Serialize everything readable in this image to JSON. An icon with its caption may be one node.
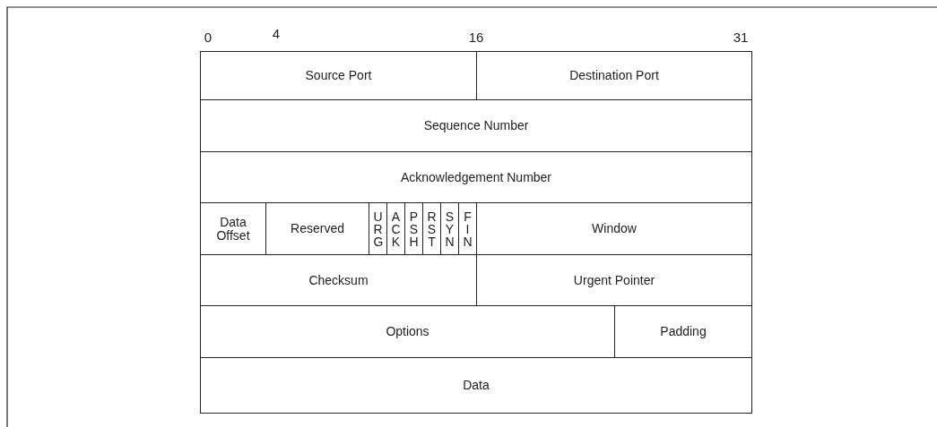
{
  "diagram": {
    "nodes": [
      {
        "text": [
          "Source Port"
        ]
      },
      {
        "text": [
          "Destination Port"
        ]
      },
      {
        "text": [
          "Sequence Number"
        ]
      },
      {
        "text": [
          "Acknowledgement Number"
        ]
      },
      {
        "text": [
          "Data Offset"
        ]
      },
      {
        "text": [
          "Reserved"
        ]
      },
      {
        "text": [
          "URG"
        ]
      },
      {
        "text": [
          "ACK"
        ]
      },
      {
        "text": [
          "PSH"
        ]
      },
      {
        "text": [
          "RST"
        ]
      },
      {
        "text": [
          "SYN"
        ]
      },
      {
        "text": [
          "FIN"
        ]
      },
      {
        "text": [
          "Window"
        ]
      },
      {
        "text": [
          "Checksum"
        ]
      },
      {
        "text": [
          "Urgent Pointer"
        ]
      },
      {
        "text": [
          "Options"
        ]
      },
      {
        "text": [
          "Padding"
        ]
      },
      {
        "text": [
          "Data"
        ]
      }
    ],
    "labels": [
      "0",
      "4",
      "16",
      "31"
    ]
  }
}
